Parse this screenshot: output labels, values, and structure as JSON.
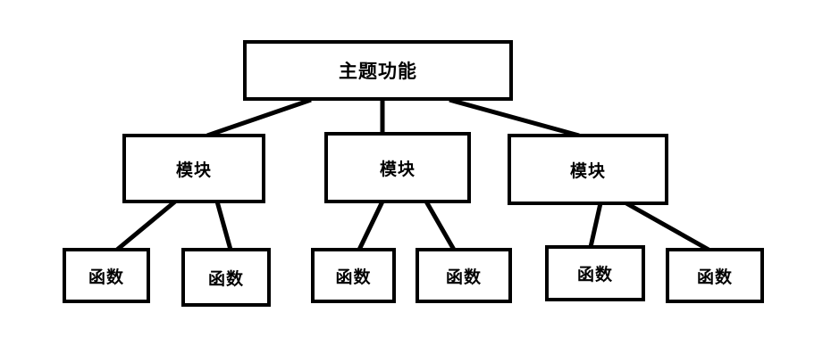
{
  "diagram": {
    "title": "functional structure tree",
    "colors": {
      "background": "#ffffff",
      "stroke": "#000000",
      "node_fill": "#ffffff",
      "text": "#000000"
    },
    "root": {
      "label": "主题功能"
    },
    "modules": [
      {
        "label": "模块",
        "children": [
          {
            "label": "函数"
          },
          {
            "label": "函数"
          }
        ]
      },
      {
        "label": "模块",
        "children": [
          {
            "label": "函数"
          },
          {
            "label": "函数"
          }
        ]
      },
      {
        "label": "模块",
        "children": [
          {
            "label": "函数"
          },
          {
            "label": "函数"
          }
        ]
      }
    ]
  }
}
